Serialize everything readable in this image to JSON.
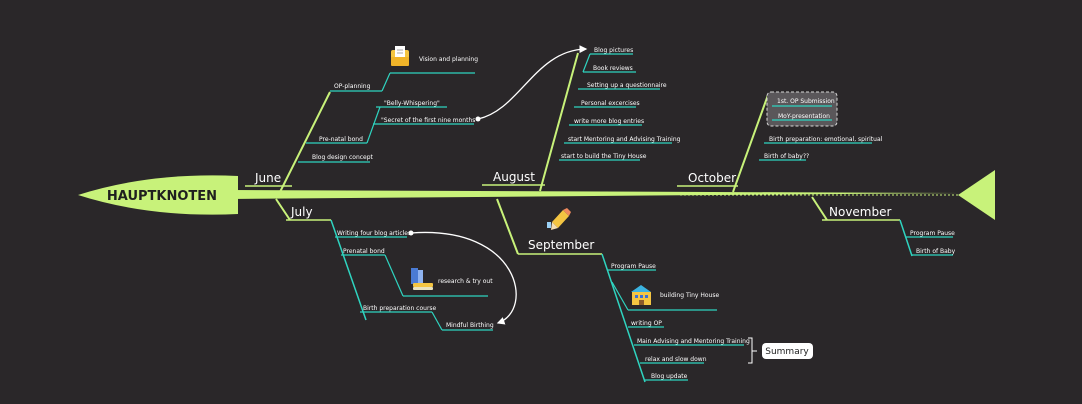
{
  "colors": {
    "background": "#2a2729",
    "spine": "#c8f27a",
    "teal": "#2fd4c0",
    "white": "#ffffff"
  },
  "diagram": {
    "main_topic": "HAUPTKNOTEN",
    "june": {
      "label": "June",
      "items": {
        "op_planning": "OP-planning",
        "vision": "Vision and planning",
        "prenatal_bond": "Pre-natal bond",
        "belly": "\"Belly-Whispering\"",
        "secret": "\"Secret of the first nine months\"",
        "blog_design": "Blog design concept"
      }
    },
    "july": {
      "label": "July",
      "items": {
        "writing_four": "Writing four blog articles",
        "prenatal_bond": "Prenatal bond",
        "research": "research & try out",
        "birth_course": "Birth preparation course",
        "mindful": "Mindful Birthing"
      }
    },
    "august": {
      "label": "August",
      "items": {
        "blog_pictures": "Blog pictures",
        "book_reviews": "Book reviews",
        "questionnaire": "Setting up a questionnaire",
        "exercises": "Personal excercises",
        "more_blog": "write more blog entries",
        "mentoring": "start Mentoring and Advising Training",
        "tiny_house": "start to build the Tiny House"
      }
    },
    "september": {
      "label": "September",
      "items": {
        "program_pause": "Program Pause",
        "building": "building Tiny House",
        "writing_op": "writing OP",
        "main_training": "Main Advising and Mentoring Training",
        "relax": "relax and slow down",
        "blog_update": "Blog update"
      },
      "summary": "Summary"
    },
    "october": {
      "label": "October",
      "items": {
        "submission": "1st. OP Submission",
        "moy": "MoY-presentation",
        "birth_prep": "Birth preparation: emotional, spiritual",
        "birth_baby": "Birth of baby??"
      }
    },
    "november": {
      "label": "November",
      "items": {
        "program_pause": "Program Pause",
        "birth_baby": "Birth of Baby"
      }
    }
  },
  "icons": {
    "vision": "document-folder-icon",
    "september": "pencil-ruler-icon",
    "research": "books-icon",
    "building": "school-building-icon"
  }
}
